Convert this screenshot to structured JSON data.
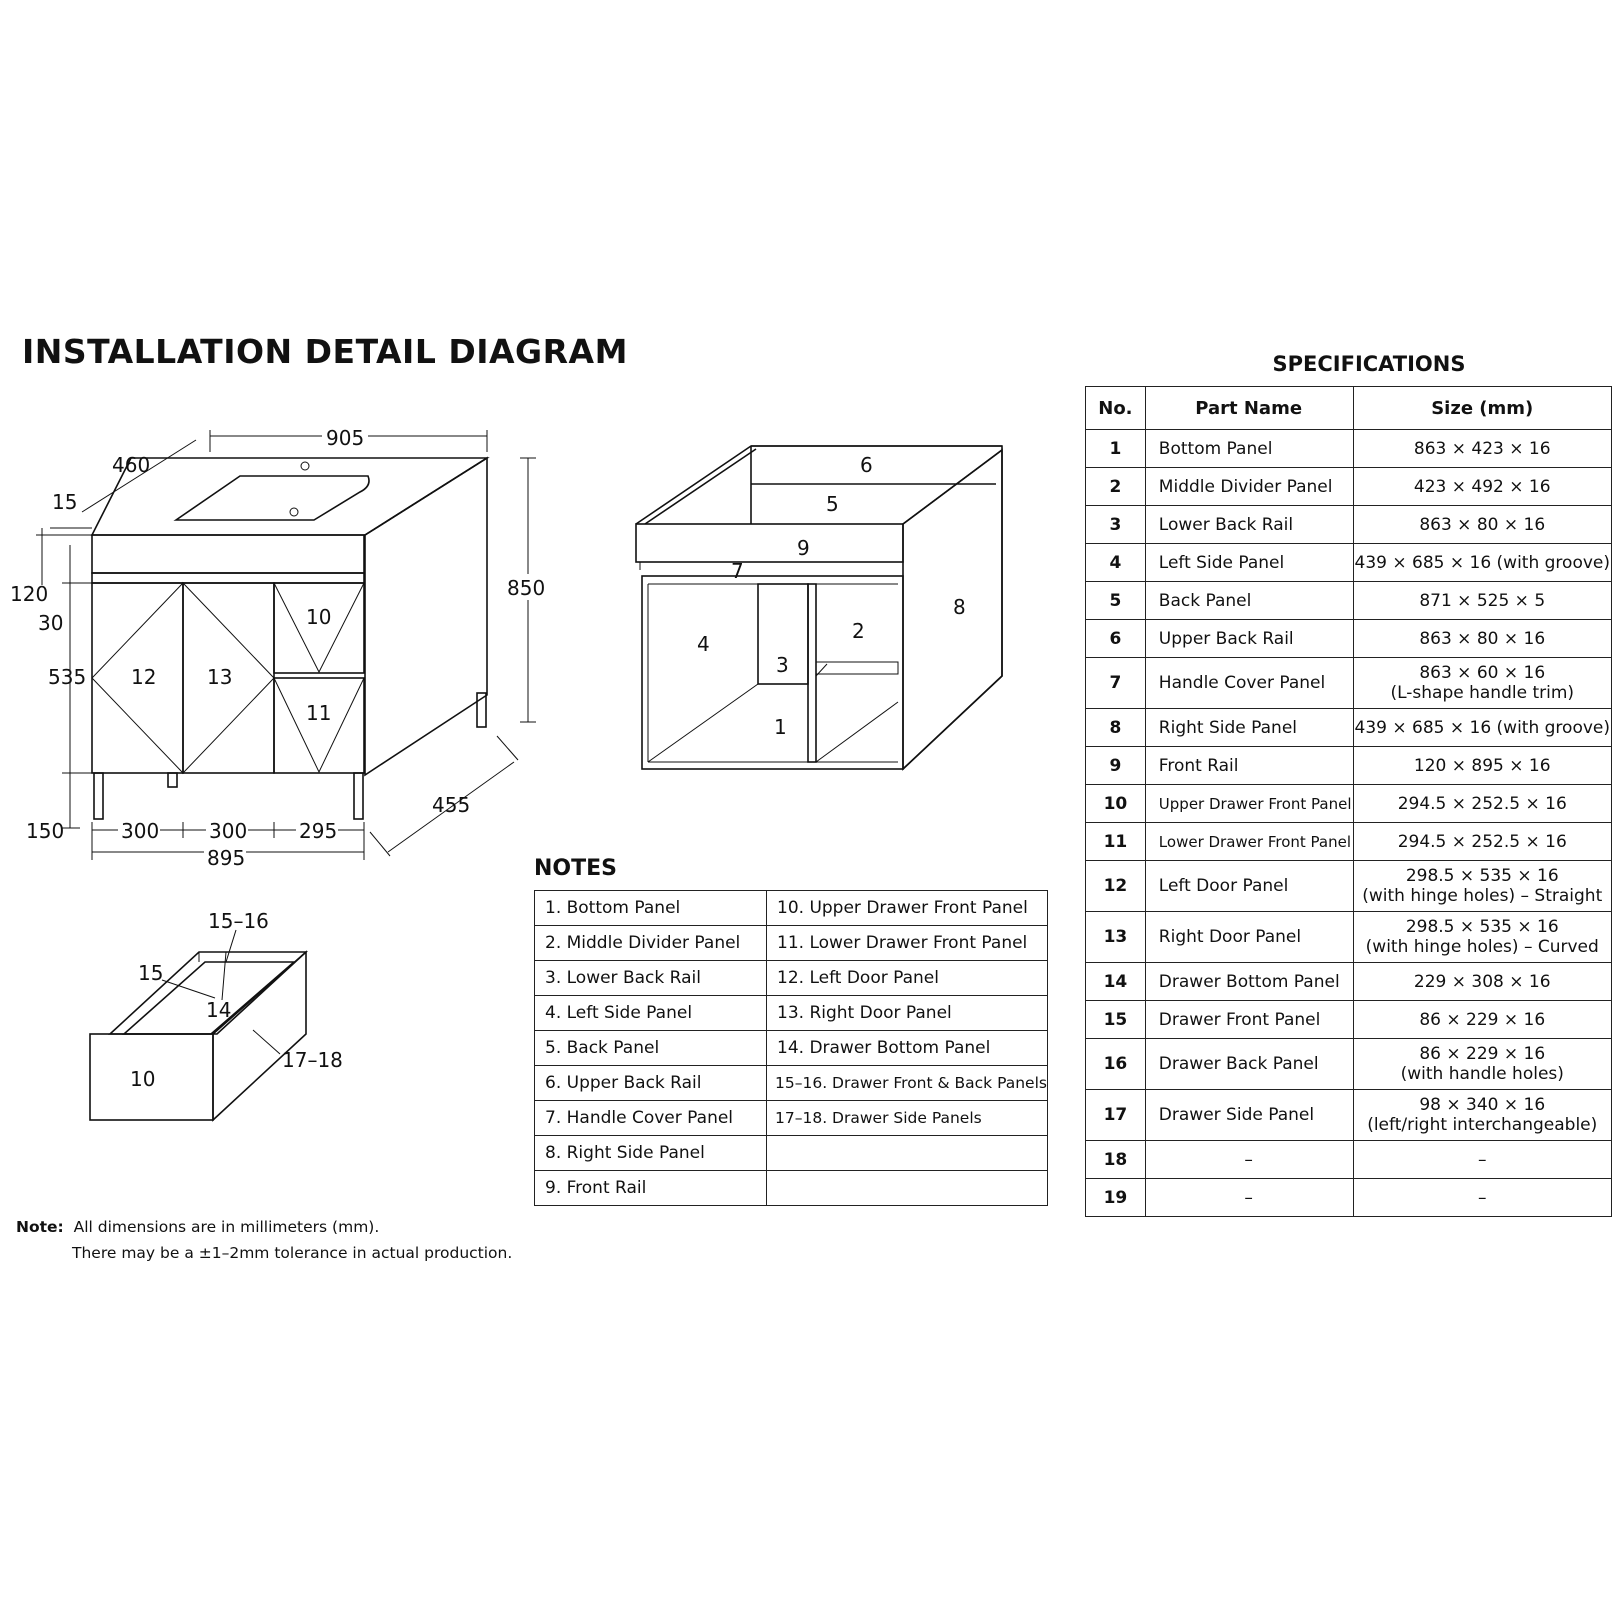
{
  "title": "INSTALLATION DETAIL DIAGRAM",
  "dimensions": {
    "width_top": "905",
    "depth_top": "460",
    "top_thickness": "15",
    "height_total": "850",
    "countertop_height": "120",
    "rail": "30",
    "body_height": "535",
    "leg_height": "150",
    "door_left": "300",
    "door_right": "300",
    "drawer_width": "295",
    "width_bottom": "895",
    "depth_bottom": "455"
  },
  "front_view_labels": [
    "12",
    "13",
    "10",
    "11"
  ],
  "carcass_labels": [
    "6",
    "5",
    "9",
    "7",
    "4",
    "3",
    "2",
    "1",
    "8"
  ],
  "drawer_labels": {
    "front_back": "15–16",
    "front": "15",
    "bottom": "14",
    "sides": "17–18",
    "drawer_front": "10"
  },
  "notes": {
    "title": "NOTES",
    "rows": [
      [
        "1.   Bottom Panel",
        "10.   Upper Drawer Front Panel"
      ],
      [
        "2.   Middle Divider Panel",
        "11.   Lower Drawer Front Panel"
      ],
      [
        "3.   Lower Back Rail",
        "12.   Left Door Panel"
      ],
      [
        "4.   Left Side Panel",
        "13.   Right Door Panel"
      ],
      [
        "5.   Back Panel",
        "14.   Drawer Bottom Panel"
      ],
      [
        "6.   Upper Back Rail",
        "15–16.  Drawer Front & Back Panels"
      ],
      [
        "7.   Handle Cover Panel",
        "17–18.  Drawer Side Panels"
      ],
      [
        "8.   Right Side Panel",
        ""
      ],
      [
        "9.   Front Rail",
        ""
      ]
    ]
  },
  "specifications": {
    "title": "SPECIFICATIONS",
    "headers": [
      "No.",
      "Part Name",
      "Size (mm)"
    ],
    "rows": [
      {
        "no": "1",
        "name": "Bottom Panel",
        "size": "863 × 423 × 16",
        "size2": ""
      },
      {
        "no": "2",
        "name": "Middle Divider Panel",
        "size": "423 × 492 × 16",
        "size2": ""
      },
      {
        "no": "3",
        "name": "Lower Back Rail",
        "size": "863 × 80 × 16",
        "size2": ""
      },
      {
        "no": "4",
        "name": "Left Side Panel",
        "size": "439 × 685 × 16 (with groove)",
        "size2": ""
      },
      {
        "no": "5",
        "name": "Back Panel",
        "size": "871 × 525 × 5",
        "size2": ""
      },
      {
        "no": "6",
        "name": "Upper Back Rail",
        "size": "863 × 80 × 16",
        "size2": ""
      },
      {
        "no": "7",
        "name": "Handle Cover Panel",
        "size": "863 × 60 × 16",
        "size2": "(L-shape handle trim)"
      },
      {
        "no": "8",
        "name": "Right Side Panel",
        "size": "439 × 685 × 16 (with groove)",
        "size2": ""
      },
      {
        "no": "9",
        "name": "Front Rail",
        "size": "120 × 895 × 16",
        "size2": ""
      },
      {
        "no": "10",
        "name": "Upper Drawer Front Panel",
        "size": "294.5 × 252.5 × 16",
        "size2": ""
      },
      {
        "no": "11",
        "name": "Lower Drawer Front Panel",
        "size": "294.5 × 252.5 × 16",
        "size2": ""
      },
      {
        "no": "12",
        "name": "Left Door Panel",
        "size": "298.5 × 535 × 16",
        "size2": "(with hinge holes) – Straight"
      },
      {
        "no": "13",
        "name": "Right Door Panel",
        "size": "298.5 × 535 × 16",
        "size2": "(with hinge holes) – Curved"
      },
      {
        "no": "14",
        "name": "Drawer Bottom Panel",
        "size": "229 × 308 × 16",
        "size2": ""
      },
      {
        "no": "15",
        "name": "Drawer Front Panel",
        "size": "86 × 229 × 16",
        "size2": ""
      },
      {
        "no": "16",
        "name": "Drawer Back Panel",
        "size": "86 × 229 × 16",
        "size2": "(with handle holes)"
      },
      {
        "no": "17",
        "name": "Drawer Side Panel",
        "size": "98 × 340 × 16",
        "size2": "(left/right interchangeable)"
      },
      {
        "no": "18",
        "name": "–",
        "size": "–",
        "size2": ""
      },
      {
        "no": "19",
        "name": "–",
        "size": "–",
        "size2": ""
      }
    ]
  },
  "footnote": {
    "label": "Note:",
    "line1": "All dimensions are in millimeters (mm).",
    "line2": "There may be a ±1–2mm tolerance in actual production."
  }
}
